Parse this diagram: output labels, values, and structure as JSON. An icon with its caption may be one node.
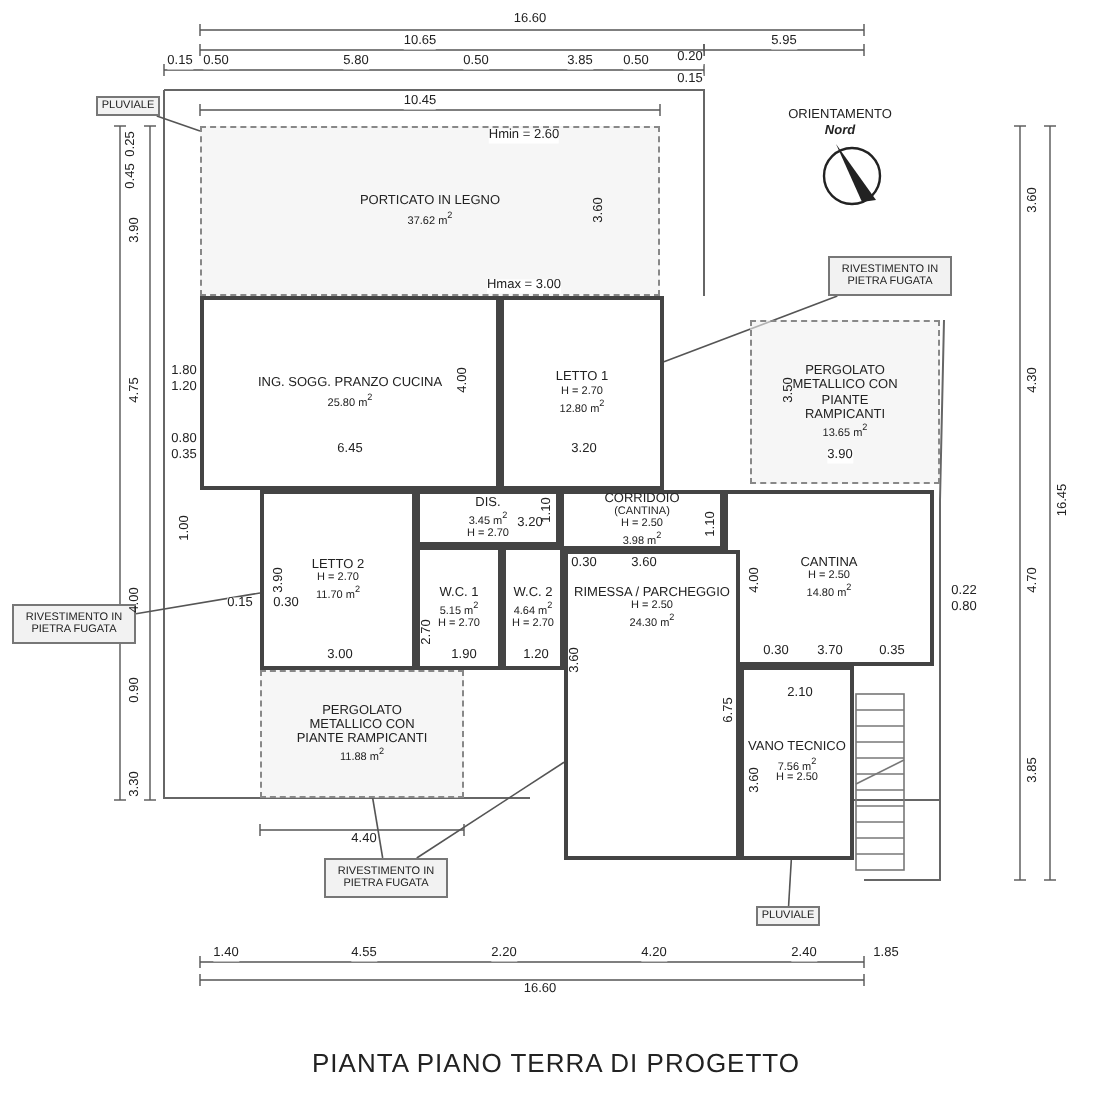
{
  "diagram": {
    "title": "PIANTA PIANO TERRA DI PROGETTO",
    "nodes": [
      {
        "text": [
          "PORTICATO IN LEGNO",
          "37.62 m$^{2}$"
        ]
      },
      {
        "text": [
          "ING. SOGG. PRANZO CUCINA",
          "25.80 m$^{2}$"
        ]
      },
      {
        "text": [
          "LETTO 1",
          "H = 2.70",
          "12.80 m$^{2}$"
        ]
      },
      {
        "text": [
          "PERGOLATO METALLICO CON PIANTE RAMPICANTI",
          "13.65 m$^{2}$"
        ]
      },
      {
        "text": [
          "DIS.",
          "3.45 m$^{2}$",
          "H = 2.70"
        ]
      },
      {
        "text": [
          "CORRIDOIO",
          "(CANTINA)",
          "H = 2.50",
          "3.98 m$^{2}$"
        ]
      },
      {
        "text": [
          "LETTO 2",
          "H = 2.70",
          "11.70 m$^{2}$"
        ]
      },
      {
        "text": [
          "W.C. 1",
          "5.15 m$^{2}$",
          "H = 2.70"
        ]
      },
      {
        "text": [
          "W.C. 2",
          "4.64 m$^{2}$",
          "H = 2.70"
        ]
      },
      {
        "text": [
          "CANTINA",
          "H = 2.50",
          "14.80 m$^{2}$"
        ]
      },
      {
        "text": [
          "RIMESSA / PARCHEGGIO",
          "H = 2.50",
          "24.30 m$^{2}$"
        ]
      },
      {
        "text": [
          "VANO TECNICO",
          "7.56 m$^{2}$",
          "H = 2.50"
        ]
      },
      {
        "text": [
          "PERGOLATO METALLICO CON PIANTE RAMPICANTI",
          "11.88 m$^{2}$"
        ]
      },
      {
        "text": [
          "PLUVIALE"
        ]
      },
      {
        "text": [
          "RIVESTIMENTO IN PIETRA FUGATA"
        ]
      },
      {
        "text": [
          "RIVESTIMENTO IN PIETRA FUGATA"
        ]
      },
      {
        "text": [
          "RIVESTIMENTO IN PIETRA FUGATA"
        ]
      },
      {
        "text": [
          "PLUVIALE"
        ]
      }
    ],
    "edges": [
      {
        "from": 13,
        "to": 0,
        "arrow": "none"
      },
      {
        "from": 14,
        "to": 2,
        "arrow": "none"
      },
      {
        "from": 15,
        "to": 6,
        "arrow": "none"
      },
      {
        "from": 16,
        "to": 12,
        "arrow": "none"
      },
      {
        "from": 16,
        "to": 10,
        "arrow": "none"
      },
      {
        "from": 17,
        "to": 11,
        "arrow": "none"
      }
    ],
    "labels": [
      "16.60",
      "10.65",
      "5.95",
      "0.15",
      "0.50",
      "5.80",
      "0.50",
      "3.85",
      "0.50",
      "0.20",
      "0.15",
      "10.45",
      "Hmin = 2.60",
      "Hmax = 3.00",
      "3.60",
      "0.25",
      "0.45",
      "3.90",
      "4.75",
      "1.80",
      "1.20",
      "0.80",
      "0.35",
      "1.00",
      "4.00",
      "0.90",
      "3.30",
      "6.45",
      "4.00",
      "3.20",
      "3.50",
      "3.90",
      "3.60",
      "4.30",
      "16.45",
      "4.70",
      "3.85",
      "3.20",
      "1.10",
      "1.10",
      "4.00",
      "0.30",
      "3.60",
      "0.30",
      "3.70",
      "0.35",
      "0.22",
      "0.80",
      "0.15",
      "0.30",
      "3.00",
      "1.90",
      "1.20",
      "3.90",
      "2.70",
      "3.60",
      "6.75",
      "2.10",
      "3.60",
      "4.40",
      "1.40",
      "4.55",
      "2.20",
      "4.20",
      "2.40",
      "1.85",
      "16.60",
      "ORIENTAMENTO",
      "Nord"
    ]
  }
}
